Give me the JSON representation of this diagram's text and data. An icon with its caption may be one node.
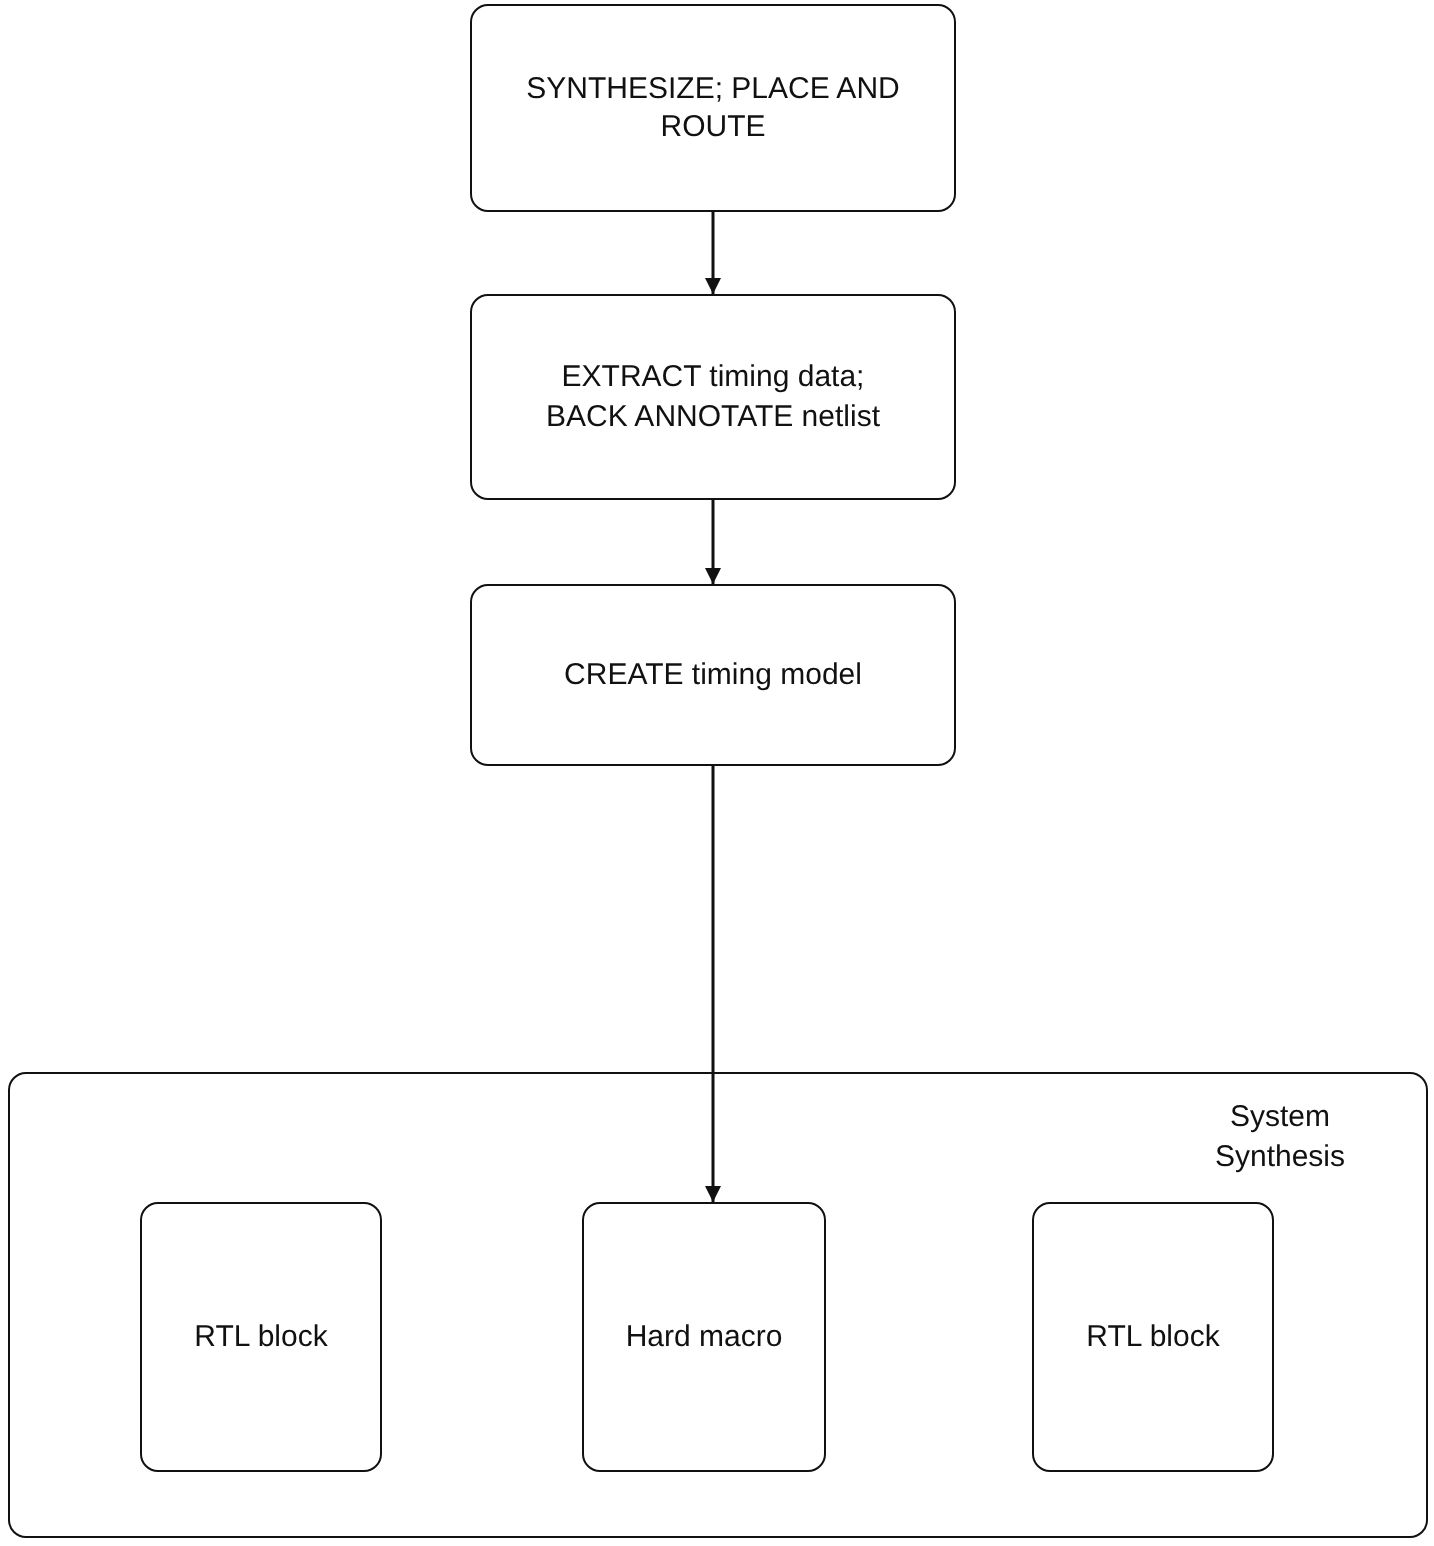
{
  "diagram": {
    "nodes": [
      {
        "text": [
          "SYNTHESIZE; PLACE AND ROUTE"
        ]
      },
      {
        "text": [
          "EXTRACT timing data; BACK ANNOTATE netlist"
        ]
      },
      {
        "text": [
          "CREATE timing model"
        ]
      },
      {
        "text": [
          "System Synthesis"
        ]
      },
      {
        "text": [
          "RTL block"
        ],
        "in": 3
      },
      {
        "text": [
          "Hard macro"
        ],
        "in": 3
      },
      {
        "text": [
          "RTL block"
        ],
        "in": 3
      }
    ],
    "edges": [
      {
        "from": 0,
        "to": 1,
        "arrow": "to"
      },
      {
        "from": 1,
        "to": 2,
        "arrow": "to"
      },
      {
        "from": 2,
        "to": 5,
        "arrow": "to"
      }
    ]
  }
}
